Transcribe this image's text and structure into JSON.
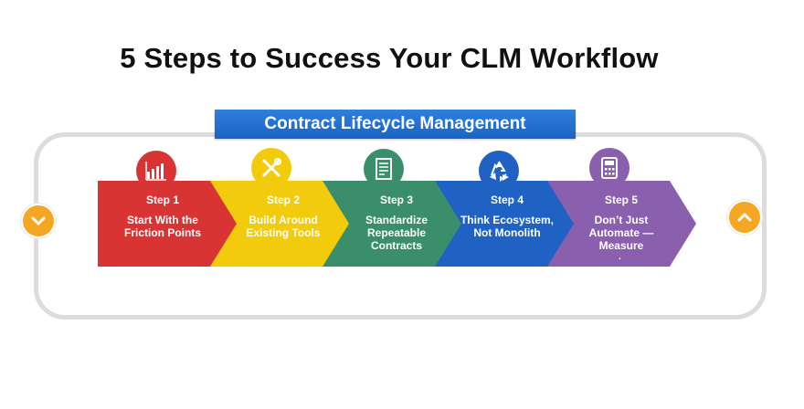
{
  "title": "5 Steps to Success Your CLM Workflow",
  "banner": "Contract Lifecycle Management",
  "colors": {
    "banner": "#1f6fd0",
    "frame": "#dcdcdc",
    "nav": "#f5a623"
  },
  "steps": [
    {
      "label": "Step 1",
      "desc": "Start With the Friction Points",
      "icon": "bar-chart-icon",
      "color": "#d93434"
    },
    {
      "label": "Step 2",
      "desc": "Build Around Existing Tools",
      "icon": "tools-icon",
      "color": "#f2cc0c"
    },
    {
      "label": "Step 3",
      "desc": "Standardize Repeatable Contracts",
      "icon": "document-icon",
      "color": "#3a8f6a"
    },
    {
      "label": "Step 4",
      "desc": "Think Ecosystem, Not Monolith",
      "icon": "recycle-icon",
      "color": "#1f62c4"
    },
    {
      "label": "Step 5",
      "desc": "Don’t Just Automate — Measure",
      "icon": "calculator-icon",
      "color": "#8a5fae"
    }
  ],
  "trailing_mark": "."
}
